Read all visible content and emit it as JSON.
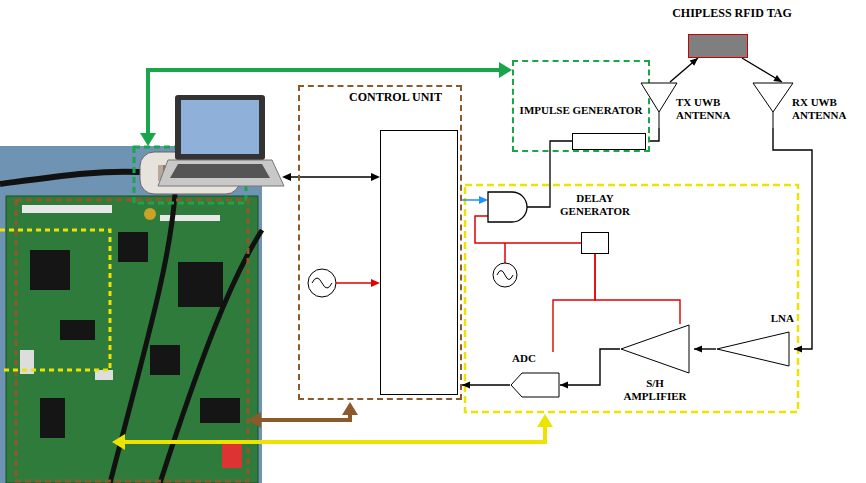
{
  "diagram": {
    "nodes": [
      {
        "text": [
          "CONTROL UNIT"
        ]
      },
      {
        "text": [
          "IMPULSE GENERATOR"
        ]
      },
      {
        "text": [
          "CHIPLESS RFID TAG"
        ]
      },
      {
        "text": [
          "TX UWB ANTENNA"
        ]
      },
      {
        "text": [
          "RX UWB ANTENNA"
        ]
      },
      {
        "text": [
          "DELAY GENERATOR"
        ]
      },
      {
        "text": [
          "S/H AMPLIFIER"
        ]
      },
      {
        "text": [
          "LNA"
        ]
      },
      {
        "text": [
          "ADC"
        ]
      }
    ],
    "edges": [
      {
        "from": 1,
        "to": 3,
        "arrow": "none"
      },
      {
        "from": 3,
        "to": 2,
        "arrow": "to"
      },
      {
        "from": 2,
        "to": 4,
        "arrow": "to"
      },
      {
        "from": 4,
        "to": 7,
        "arrow": "to"
      },
      {
        "from": 7,
        "to": 6,
        "arrow": "to"
      },
      {
        "from": 6,
        "to": 8,
        "arrow": "to"
      },
      {
        "from": 8,
        "to": 0,
        "arrow": "to"
      },
      {
        "from": 5,
        "to": 6,
        "arrow": "none"
      },
      {
        "from": 5,
        "to": 8,
        "arrow": "none"
      }
    ]
  }
}
